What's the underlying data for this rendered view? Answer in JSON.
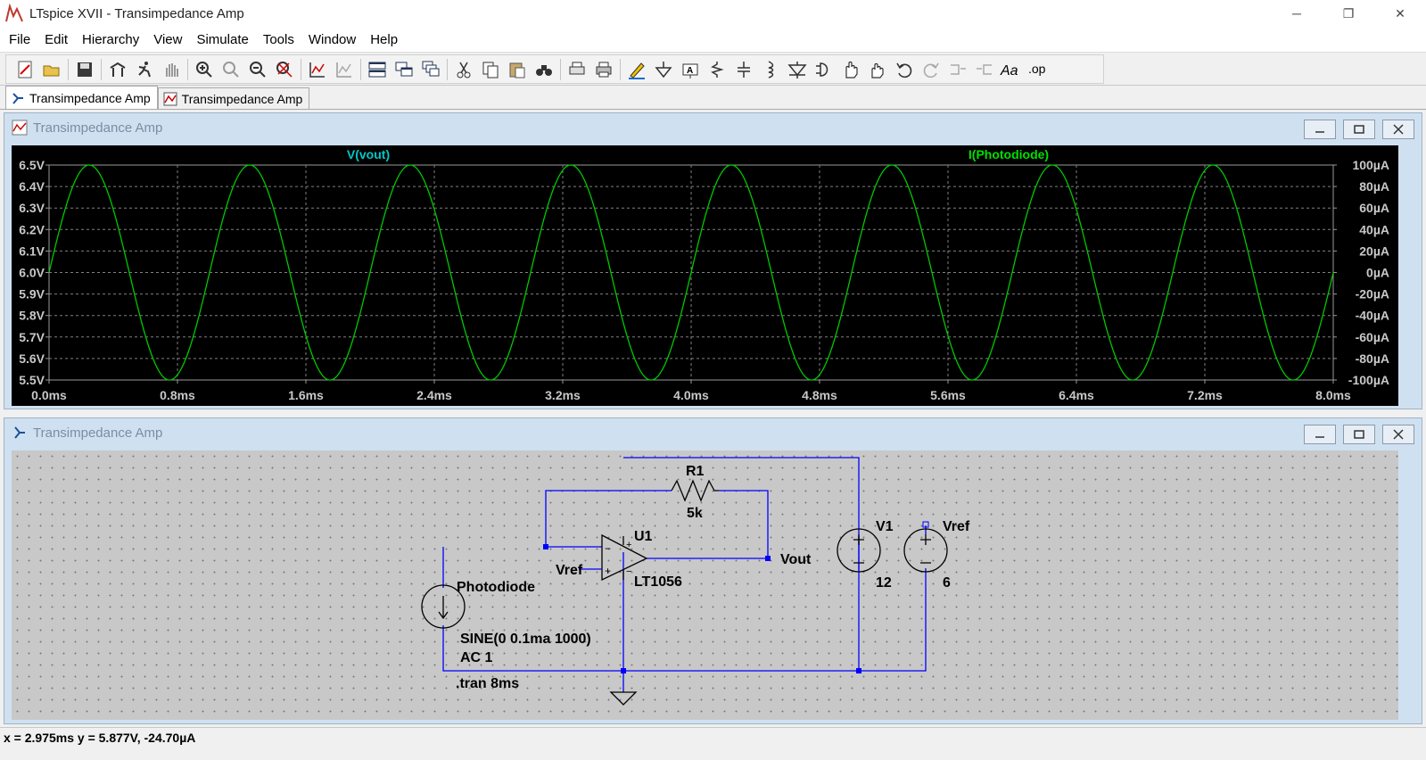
{
  "window": {
    "title": "LTspice XVII - Transimpedance Amp",
    "controls": [
      "─",
      "❐",
      "✕"
    ]
  },
  "menu": [
    "File",
    "Edit",
    "Hierarchy",
    "View",
    "Simulate",
    "Tools",
    "Window",
    "Help"
  ],
  "toolbar": {
    "icons": [
      "new-schematic-icon",
      "open-icon",
      "save-icon",
      "control-panel-icon",
      "run-icon",
      "halt-icon",
      "zoom-in-icon",
      "pan-icon",
      "zoom-out-icon",
      "zoom-fit-icon",
      "autoscale-icon",
      "delete-trace-icon",
      "tile-horizontal-icon",
      "tile-vertical-icon",
      "cascade-icon",
      "cut-icon",
      "copy-icon",
      "paste-icon",
      "find-icon",
      "print-setup-icon",
      "print-icon",
      "draw-wire-icon",
      "ground-icon",
      "net-label-icon",
      "resistor-icon",
      "capacitor-icon",
      "inductor-icon",
      "diode-icon",
      "component-icon",
      "move-icon",
      "drag-icon",
      "undo-icon",
      "redo-icon",
      "rotate-icon",
      "mirror-icon",
      "text-icon",
      "spice-directive-icon"
    ],
    "spice_directive_label": ".op",
    "text_label": "Aa"
  },
  "tabs": [
    {
      "label": "Transimpedance Amp",
      "icon": "schematic-icon",
      "active": true
    },
    {
      "label": "Transimpedance Amp",
      "icon": "waveform-icon",
      "active": false
    }
  ],
  "plot_window": {
    "title": "Transimpedance Amp",
    "trace_label_left": "V(vout)",
    "trace_label_right": "I(Photodiode)",
    "label_color_left": "#00c8c8",
    "label_color_right": "#00e000",
    "trace_color": "#00c800"
  },
  "chart_data": {
    "type": "line",
    "title": "",
    "xlabel": "",
    "ylabel": "",
    "xlim": [
      0,
      8
    ],
    "ylim": [
      5.5,
      6.5
    ],
    "y2lim": [
      -100,
      100
    ],
    "x_ticks": [
      "0.0ms",
      "0.8ms",
      "1.6ms",
      "2.4ms",
      "3.2ms",
      "4.0ms",
      "4.8ms",
      "5.6ms",
      "6.4ms",
      "7.2ms",
      "8.0ms"
    ],
    "y_ticks": [
      "6.5V",
      "6.4V",
      "6.3V",
      "6.2V",
      "6.1V",
      "6.0V",
      "5.9V",
      "5.8V",
      "5.7V",
      "5.6V",
      "5.5V"
    ],
    "y2_ticks": [
      "100µA",
      "80µA",
      "60µA",
      "40µA",
      "20µA",
      "0µA",
      "-20µA",
      "-40µA",
      "-60µA",
      "-80µA",
      "-100µA"
    ],
    "grid": true,
    "series": [
      {
        "name": "V(vout)",
        "function": "6.0 + 0.5*sin(2*pi*1000*t)",
        "offset": 6.0,
        "amplitude": 0.5,
        "frequency_hz": 1000
      },
      {
        "name": "I(Photodiode)",
        "function": "0.1m*sin(2*pi*1000*t)",
        "amplitude_uA": 100,
        "frequency_hz": 1000
      }
    ]
  },
  "schematic_window": {
    "title": "Transimpedance Amp",
    "labels": {
      "r1_name": "R1",
      "r1_value": "5k",
      "u1_name": "U1",
      "u1_model": "LT1056",
      "vref_input": "Vref",
      "vout_label": "Vout",
      "v1_name": "V1",
      "v1_value": "12",
      "vref_name": "Vref",
      "vref_value": "6",
      "photodiode_name": "Photodiode",
      "photodiode_value": "SINE(0 0.1ma 1000)",
      "photodiode_ac": "AC 1",
      "tran_directive": ".tran 8ms",
      "plus": "+",
      "minus": "−"
    }
  },
  "status": {
    "text": "x = 2.975ms    y = 5.877V, -24.70µA"
  }
}
